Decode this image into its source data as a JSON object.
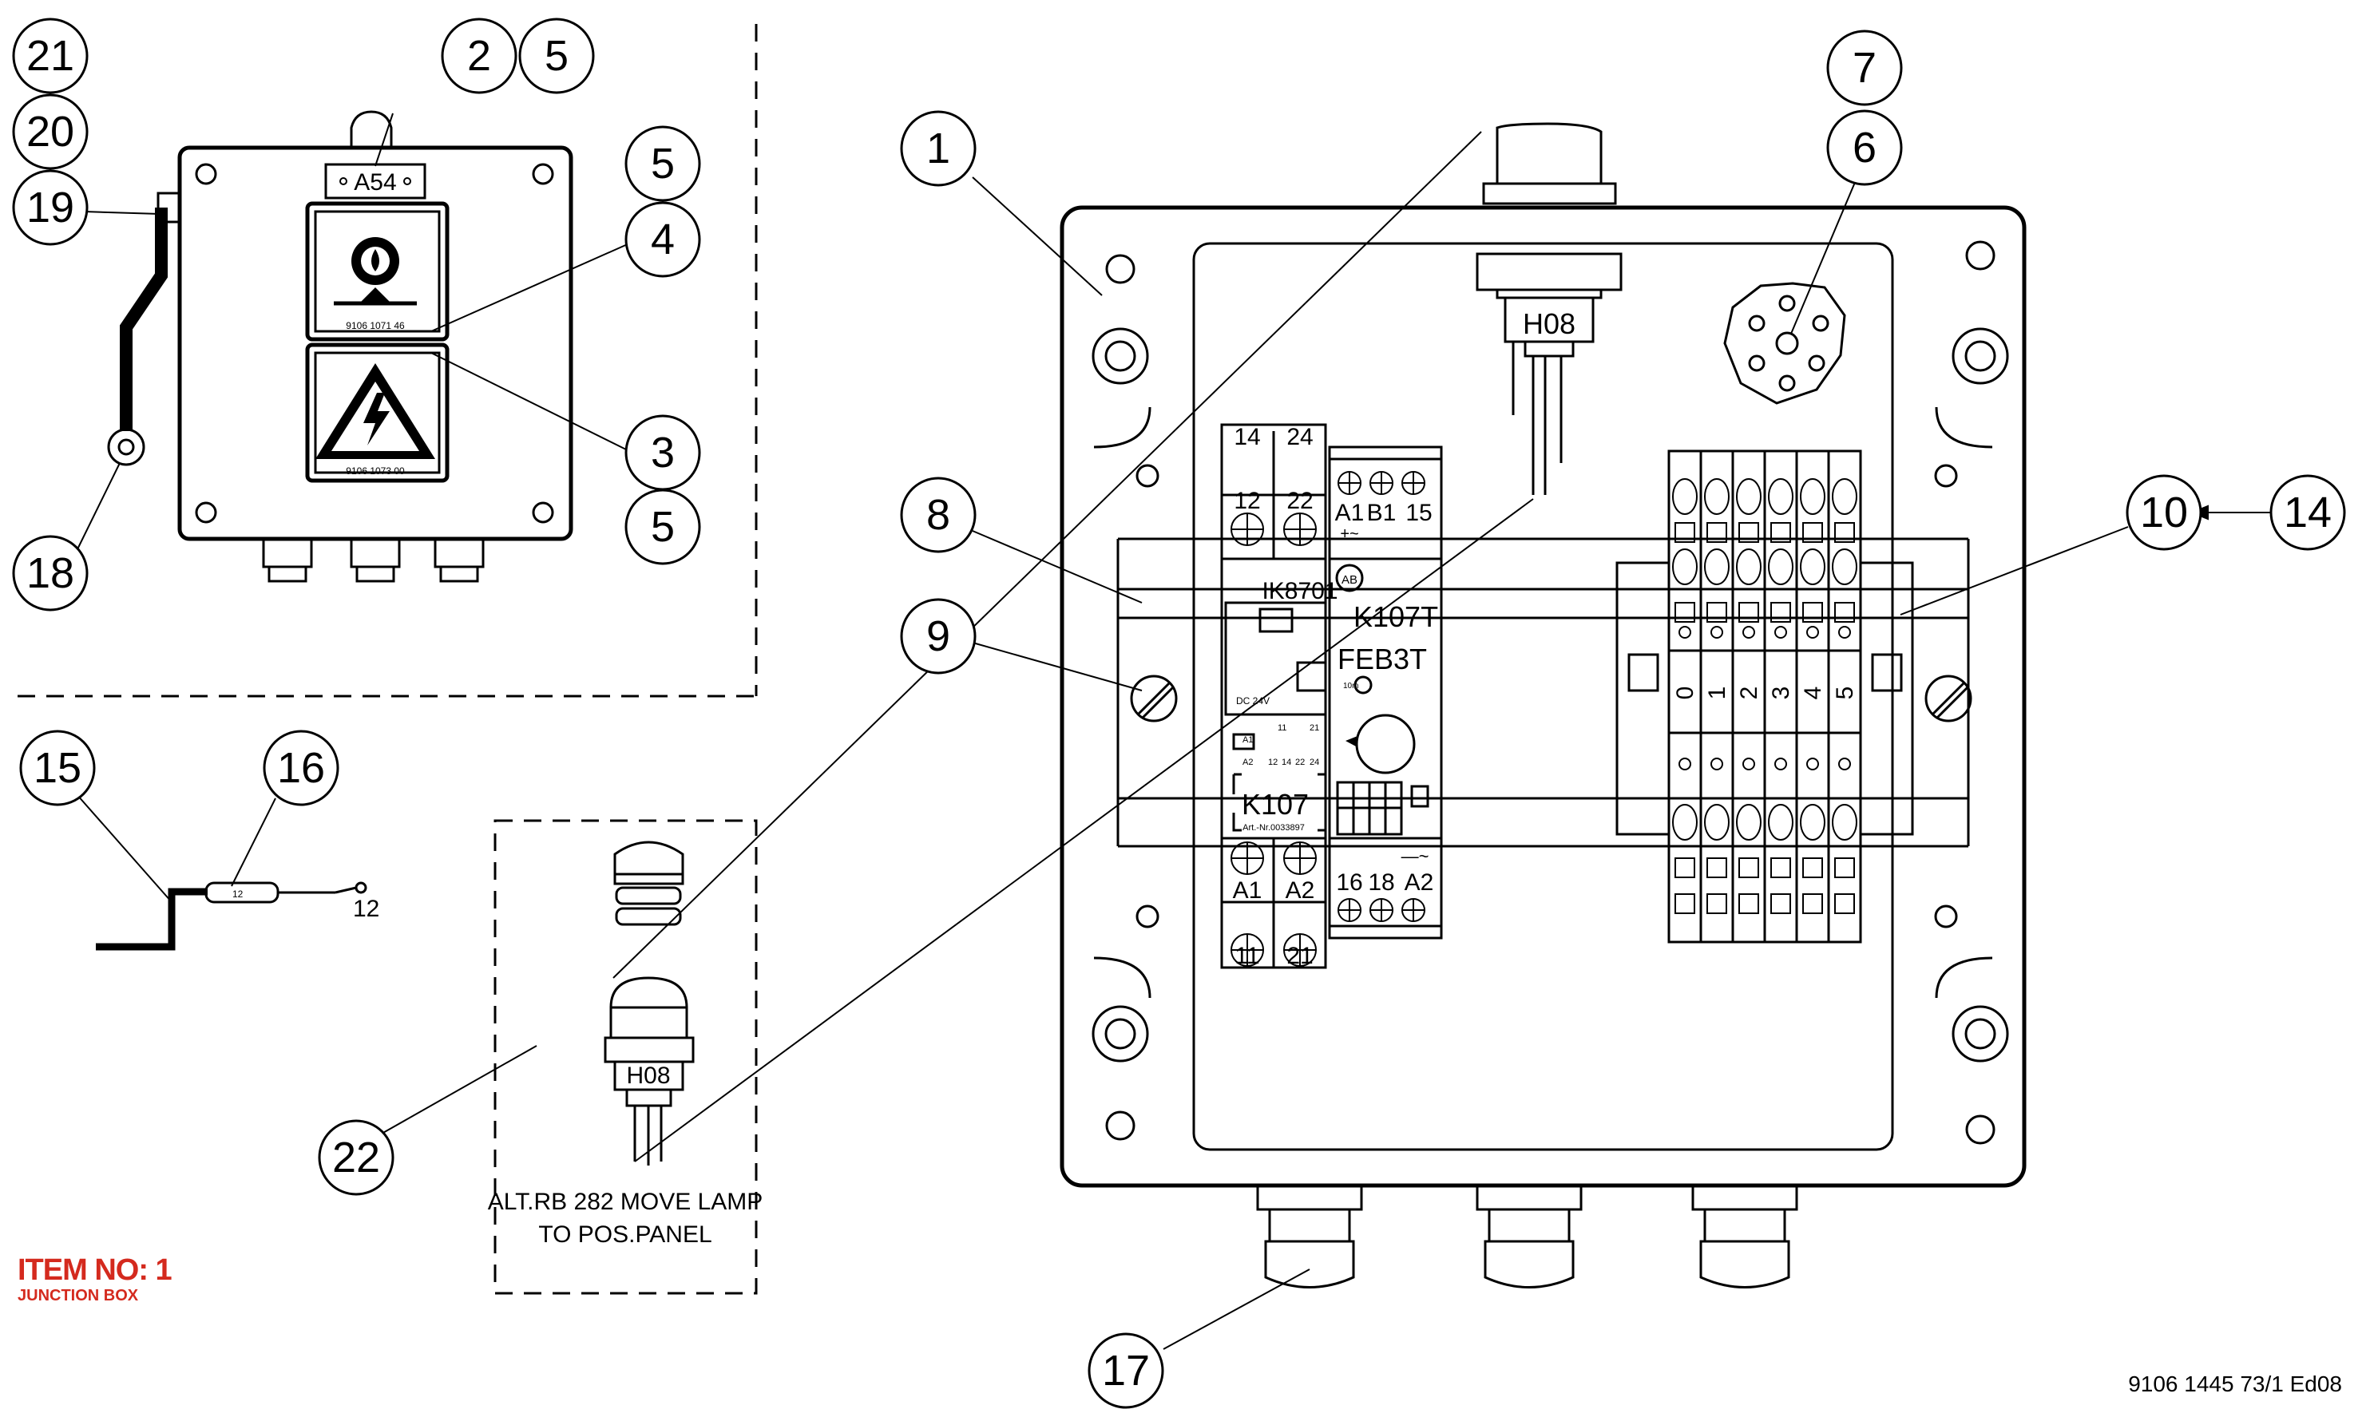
{
  "title_block": {
    "item": "ITEM NO: 1",
    "name": "JUNCTION BOX",
    "doc_number": "9106 1445 73/1 Ed08"
  },
  "front_view": {
    "tag": "A54",
    "sign_1_code": "9106 1071 46",
    "sign_2_code": "9106 1073 00"
  },
  "cable_detail": {
    "marker": "12",
    "wire_end": "12"
  },
  "alt_detail": {
    "lamp_tag": "H08",
    "note_line1": "ALT.RB 282 MOVE LAMP",
    "note_line2": "TO POS.PANEL"
  },
  "main_view": {
    "lamp_tag": "H08",
    "relay": {
      "top_left": [
        "14",
        "24",
        "12",
        "22"
      ],
      "model": "IK8701",
      "voltage": "DC 24V",
      "tag": "K107",
      "art_no": "Art.-Nr.0033897",
      "bottom_left": [
        "A1",
        "A2",
        "11",
        "21"
      ],
      "contact_marks": [
        "A1",
        "A2",
        "11",
        "12",
        "14",
        "21",
        "22",
        "24"
      ]
    },
    "timer": {
      "top_terms": [
        "A1",
        "B1",
        "15"
      ],
      "polarity_top": "+~",
      "brand": "AB",
      "tag": "K107T",
      "model": "FEB3T",
      "range": "10m",
      "bottom_terms": [
        "16",
        "18",
        "A2"
      ],
      "polarity_bottom": "—~"
    },
    "terminal_numbers": [
      "0",
      "1",
      "2",
      "3",
      "4",
      "5"
    ]
  },
  "balloons": [
    "21",
    "2",
    "5",
    "20",
    "19",
    "5",
    "4",
    "3",
    "5",
    "18",
    "1",
    "7",
    "6",
    "8",
    "9",
    "10",
    "14",
    "15",
    "16",
    "22",
    "17"
  ]
}
